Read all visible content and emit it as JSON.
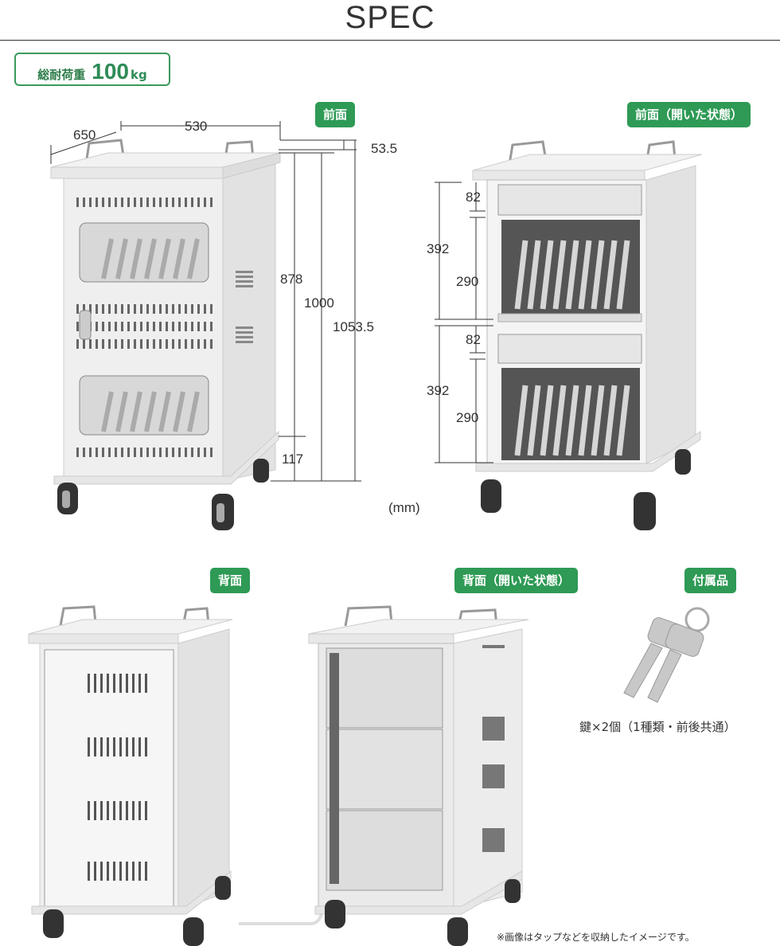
{
  "header": {
    "title": "SPEC"
  },
  "load_badge": {
    "label": "総耐荷重",
    "value": "100",
    "unit": "kg"
  },
  "views": {
    "front": "前面",
    "front_open": "前面（開いた状態）",
    "back": "背面",
    "back_open": "背面（開いた状態）",
    "accessories": "付属品"
  },
  "dimensions": {
    "depth": "650",
    "width": "530",
    "top_offset": "53.5",
    "inner_height": "878",
    "height": "1000",
    "total_height": "1053.5",
    "base_height": "117",
    "unit": "(mm)",
    "shelf_upper": "392",
    "shelf_lower": "392",
    "rack_upper": "82",
    "rack_lower": "82",
    "slot_upper": "290",
    "slot_lower": "290"
  },
  "accessory": {
    "caption": "鍵×2個（1種類・前後共通）"
  },
  "footnote": "※画像はタップなどを収納したイメージです。",
  "colors": {
    "accent": "#2e9a55",
    "cabinet": "#ececec",
    "line": "#333333"
  }
}
